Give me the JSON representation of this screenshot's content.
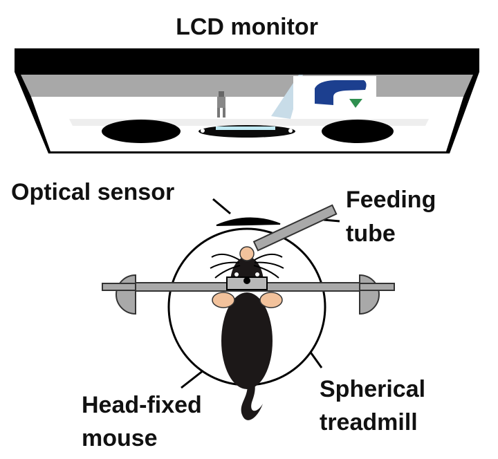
{
  "labels": {
    "monitor": "LCD monitor",
    "sensor": "Optical sensor",
    "feeding_line1": "Feeding",
    "feeding_line2": "tube",
    "treadmill_line1": "Spherical",
    "treadmill_line2": "treadmill",
    "mouse_line1": "Head-fixed",
    "mouse_line2": "mouse"
  },
  "colors": {
    "monitor_frame": "#000000",
    "monitor_sky": "#a8a8a8",
    "monitor_floor": "#ffffff",
    "mouse_body": "#1c1818",
    "mouse_pink": "#f2c29c",
    "bar_gray": "#a9a9a9",
    "sign_blue": "#1c3f8f",
    "sign_green": "#2f8f4f",
    "ball_outline": "#000000"
  }
}
